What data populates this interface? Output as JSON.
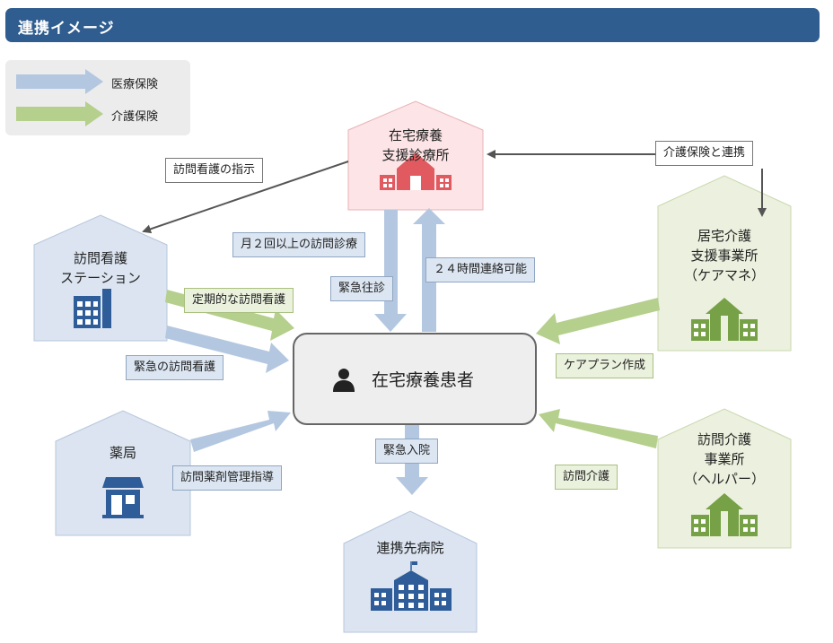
{
  "header": {
    "title": "連携イメージ"
  },
  "legend": {
    "medical": "医療保険",
    "care": "介護保険"
  },
  "nodes": {
    "clinic": {
      "line1": "在宅療養",
      "line2": "支援診療所"
    },
    "nursing_station": {
      "line1": "訪問看護",
      "line2": "ステーション"
    },
    "care_manager": {
      "line1": "居宅介護",
      "line2": "支援事業所",
      "line3": "（ケアマネ）"
    },
    "pharmacy": {
      "line1": "薬局"
    },
    "home_help": {
      "line1": "訪問介護",
      "line2": "事業所",
      "line3": "（ヘルパー）"
    },
    "hospital": {
      "line1": "連携先病院"
    },
    "patient": {
      "label": "在宅療養患者"
    }
  },
  "labels": {
    "nursing_instruction": "訪問看護の指示",
    "care_insurance_link": "介護保険と連携",
    "monthly_visits": "月２回以上の訪問診療",
    "emergency_house_call": "緊急往診",
    "available_24h": "２４時間連絡可能",
    "regular_nursing": "定期的な訪問看護",
    "emergency_nursing": "緊急の訪問看護",
    "care_plan": "ケアプラン作成",
    "pharmacy_guidance": "訪問薬剤管理指導",
    "emergency_admission": "緊急入院",
    "home_care": "訪問介護"
  },
  "colors": {
    "header": "#2f5d8f",
    "medical_arrow": "#b4c7e0",
    "care_arrow": "#b5cf8c",
    "clinic_fill": "#fde4e6",
    "medical_facility_fill": "#dbe4f0",
    "care_facility_fill": "#ebf1de",
    "icon_blue": "#2f5d9a",
    "icon_green": "#77a147",
    "icon_red": "#e05a5f"
  }
}
